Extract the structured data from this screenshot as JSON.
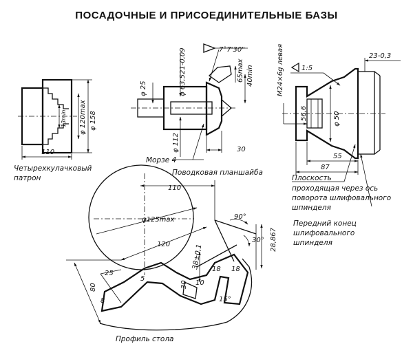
{
  "title": "ПОСАДОЧНЫЕ И ПРИСОЕДИНИТЕЛЬНЫЕ БАЗЫ",
  "chuck": {
    "caption": [
      "Четырехкулачковый",
      "патрон"
    ],
    "dims": {
      "width": "110",
      "dia_outer": "φ 158",
      "dia_bore": "φ 120max",
      "depth": "13min"
    }
  },
  "faceplate": {
    "caption": "Поводковая планшайба",
    "taper": "Морзе 4",
    "angle": "7°7'30\"",
    "dims": {
      "d25": "φ 25",
      "d63": "φ 63,521-0,09",
      "d112": "φ 112",
      "len30": "30",
      "r65": "65max",
      "r40": "40min"
    }
  },
  "spindle": {
    "taper": "1:5",
    "thread": "M24×6g левая",
    "dims": {
      "d56": "56,6",
      "d50": "φ 50",
      "len55": "55",
      "len87": "87",
      "len23": "23-0,3"
    },
    "caption_plane": [
      "Плоскость",
      "проходящая через ось",
      "поворота шлифовального",
      "шпинделя"
    ],
    "caption_end": [
      "Передний конец",
      "шлифовального",
      "шпинделя"
    ]
  },
  "table": {
    "caption": "Профиль стола",
    "dims": {
      "d125": "φ125max",
      "w110": "110",
      "r120": "120",
      "a90": "90°",
      "a30": "30°",
      "h28": "28,867",
      "h38": "38±0,1",
      "w18a": "18",
      "w18b": "18",
      "w10": "10",
      "h30": "30",
      "a15": "15°",
      "w25": "25",
      "w5": "5",
      "h80": "80",
      "w8": "8"
    }
  }
}
